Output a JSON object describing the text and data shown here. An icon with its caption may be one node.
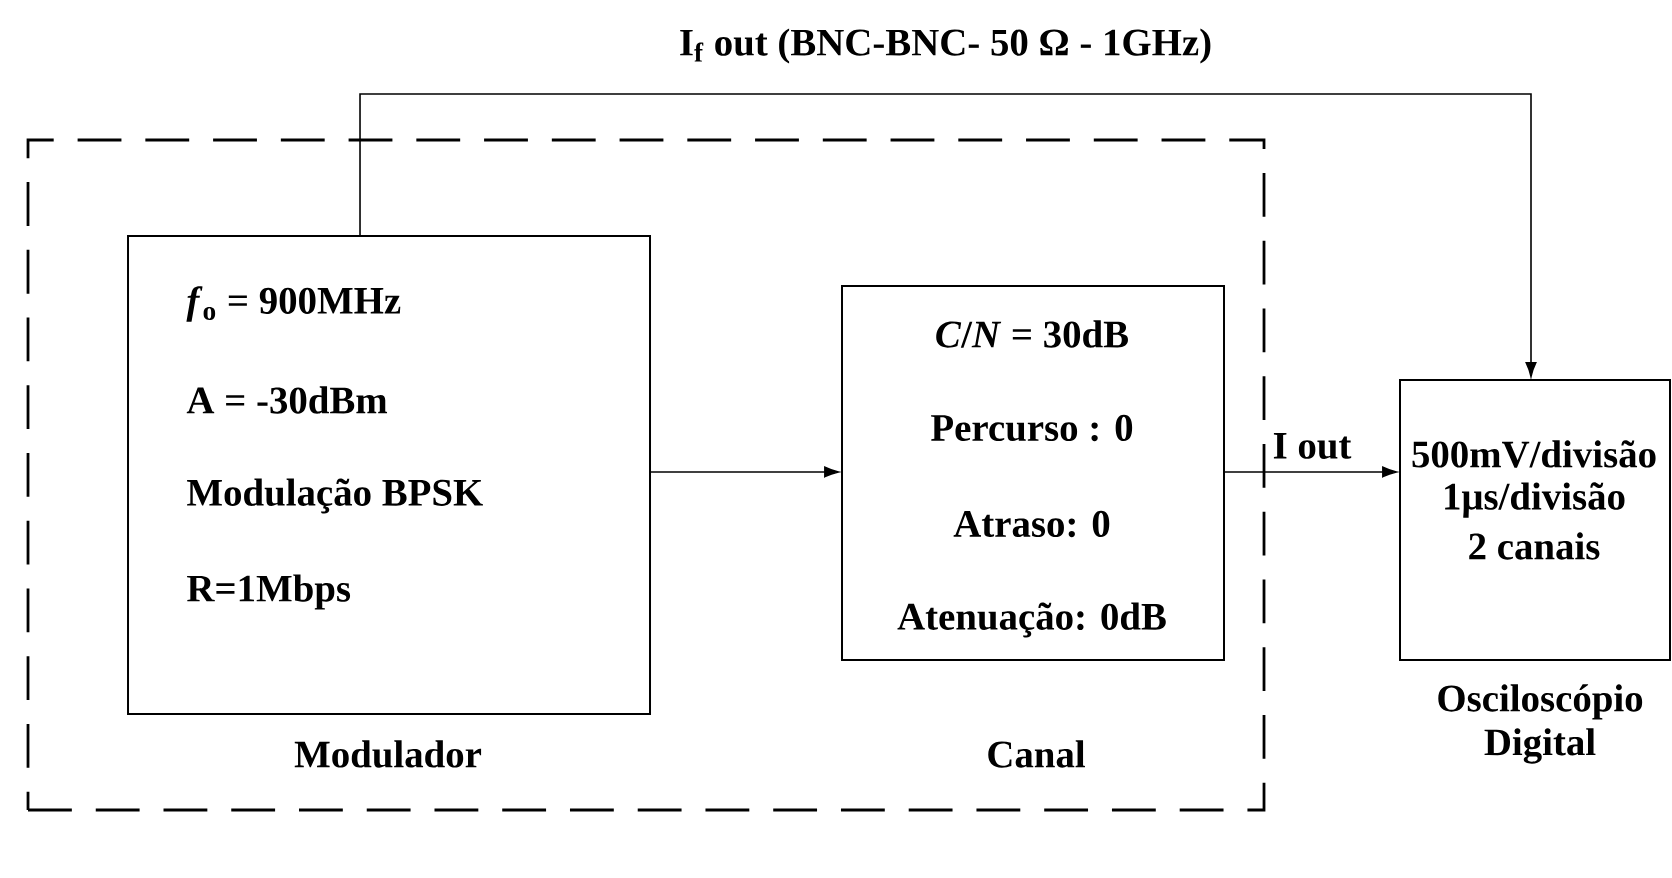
{
  "diagram": {
    "nodes": [
      {
        "text": [],
        "shape": "box"
      },
      {
        "text": [
          "*f*$_{o}$ =  900MHz",
          "A = -30dBm",
          "Modulação BPSK",
          "R=1Mbps"
        ],
        "beside": [
          "Modulador"
        ],
        "in": 0
      },
      {
        "text": [
          "*C*/*N* = 30dB",
          "Percurso : 0",
          "Atraso: 0",
          "Atenuação: 0dB"
        ],
        "beside": [
          "Canal"
        ],
        "in": 0
      },
      {
        "text": [
          "500mV/divisão",
          "1μs/divisão",
          "2 canais"
        ],
        "beside": [
          "Osciloscópio Digital"
        ]
      }
    ],
    "edges": [
      {
        "from": 1,
        "to": 2,
        "arrow": "to"
      },
      {
        "from": 2,
        "to": 3,
        "arrow": "to",
        "label": "I out"
      },
      {
        "from": 1,
        "to": 3,
        "arrow": "to",
        "label": "I$_{f}$ out (BNC-BNC- 50 Ω - 1GHz)"
      }
    ]
  }
}
